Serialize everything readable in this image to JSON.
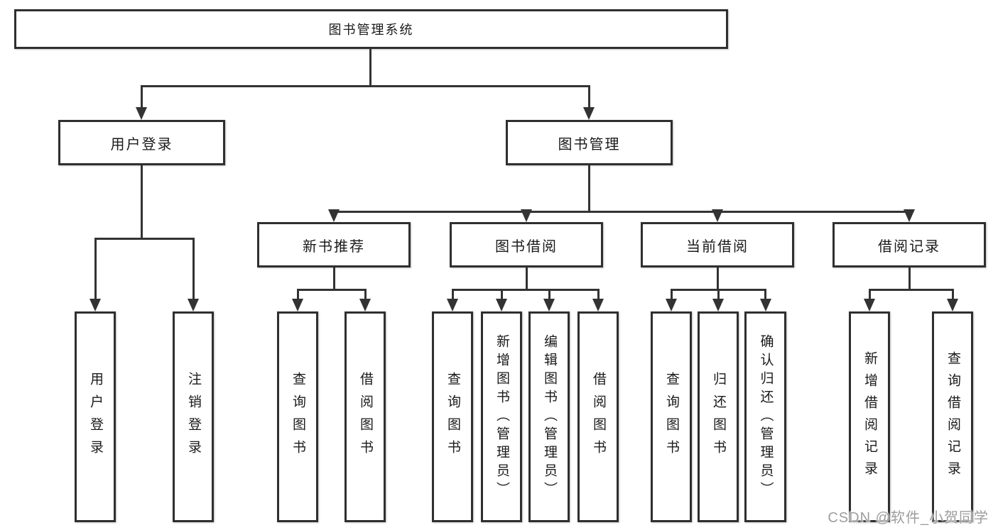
{
  "diagram": {
    "kind": "hierarchy-tree",
    "language": "zh-CN",
    "description_visible_root": "图书管理系统"
  },
  "tree": {
    "root": "图书管理系统",
    "children": [
      {
        "label": "用户登录",
        "children": [
          "用户登录",
          "注销登录"
        ]
      },
      {
        "label": "图书管理",
        "children": [
          {
            "label": "新书推荐",
            "children": [
              "查询图书",
              "借阅图书"
            ]
          },
          {
            "label": "图书借阅",
            "children": [
              "查询图书",
              "新增图书（管理员）",
              "编辑图书（管理员）",
              "借阅图书"
            ]
          },
          {
            "label": "当前借阅",
            "children": [
              "查询图书",
              "归还图书",
              "确认归还（管理员）"
            ]
          },
          {
            "label": "借阅记录",
            "children": [
              "新增借阅记录",
              "查询借阅记录"
            ]
          }
        ]
      }
    ]
  },
  "watermark": {
    "text": "CSDN @软件_小贺同学"
  },
  "colors": {
    "background": "#ffffff",
    "line": "#333333",
    "box_border": "#2f2f2f",
    "text": "#1a1a1a",
    "watermark": "#9d9d9d"
  }
}
